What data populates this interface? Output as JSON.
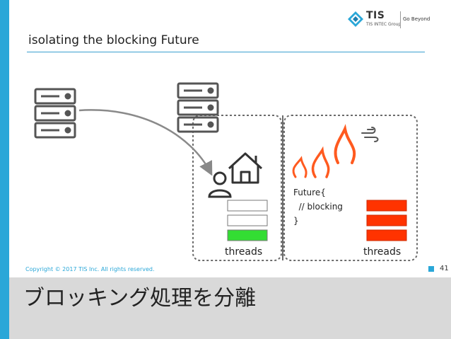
{
  "slide": {
    "title": "isolating the blocking Future",
    "subtitle": "ブロッキング処理を分離",
    "copyright": "Copyright © 2017 TIS Inc. All rights reserved.",
    "page_number": "41"
  },
  "logo": {
    "name": "TIS",
    "group": "TIS INTEC Group",
    "tagline": "Go Beyond"
  },
  "diagram": {
    "code_lines": [
      "Future{",
      "  // blocking",
      "}"
    ],
    "left_pool_label": "threads",
    "right_pool_label": "threads",
    "left_threads": [
      {
        "state": "idle",
        "color": "#ffffff"
      },
      {
        "state": "idle",
        "color": "#ffffff"
      },
      {
        "state": "active",
        "color": "#33dd33"
      }
    ],
    "right_threads": [
      {
        "state": "busy",
        "color": "#ff3300"
      },
      {
        "state": "busy",
        "color": "#ff3300"
      },
      {
        "state": "busy",
        "color": "#ff3300"
      }
    ]
  },
  "colors": {
    "accent": "#2aa7d8",
    "fire": "#ff5a1f",
    "active_thread": "#33dd33",
    "busy_thread": "#ff3300"
  }
}
